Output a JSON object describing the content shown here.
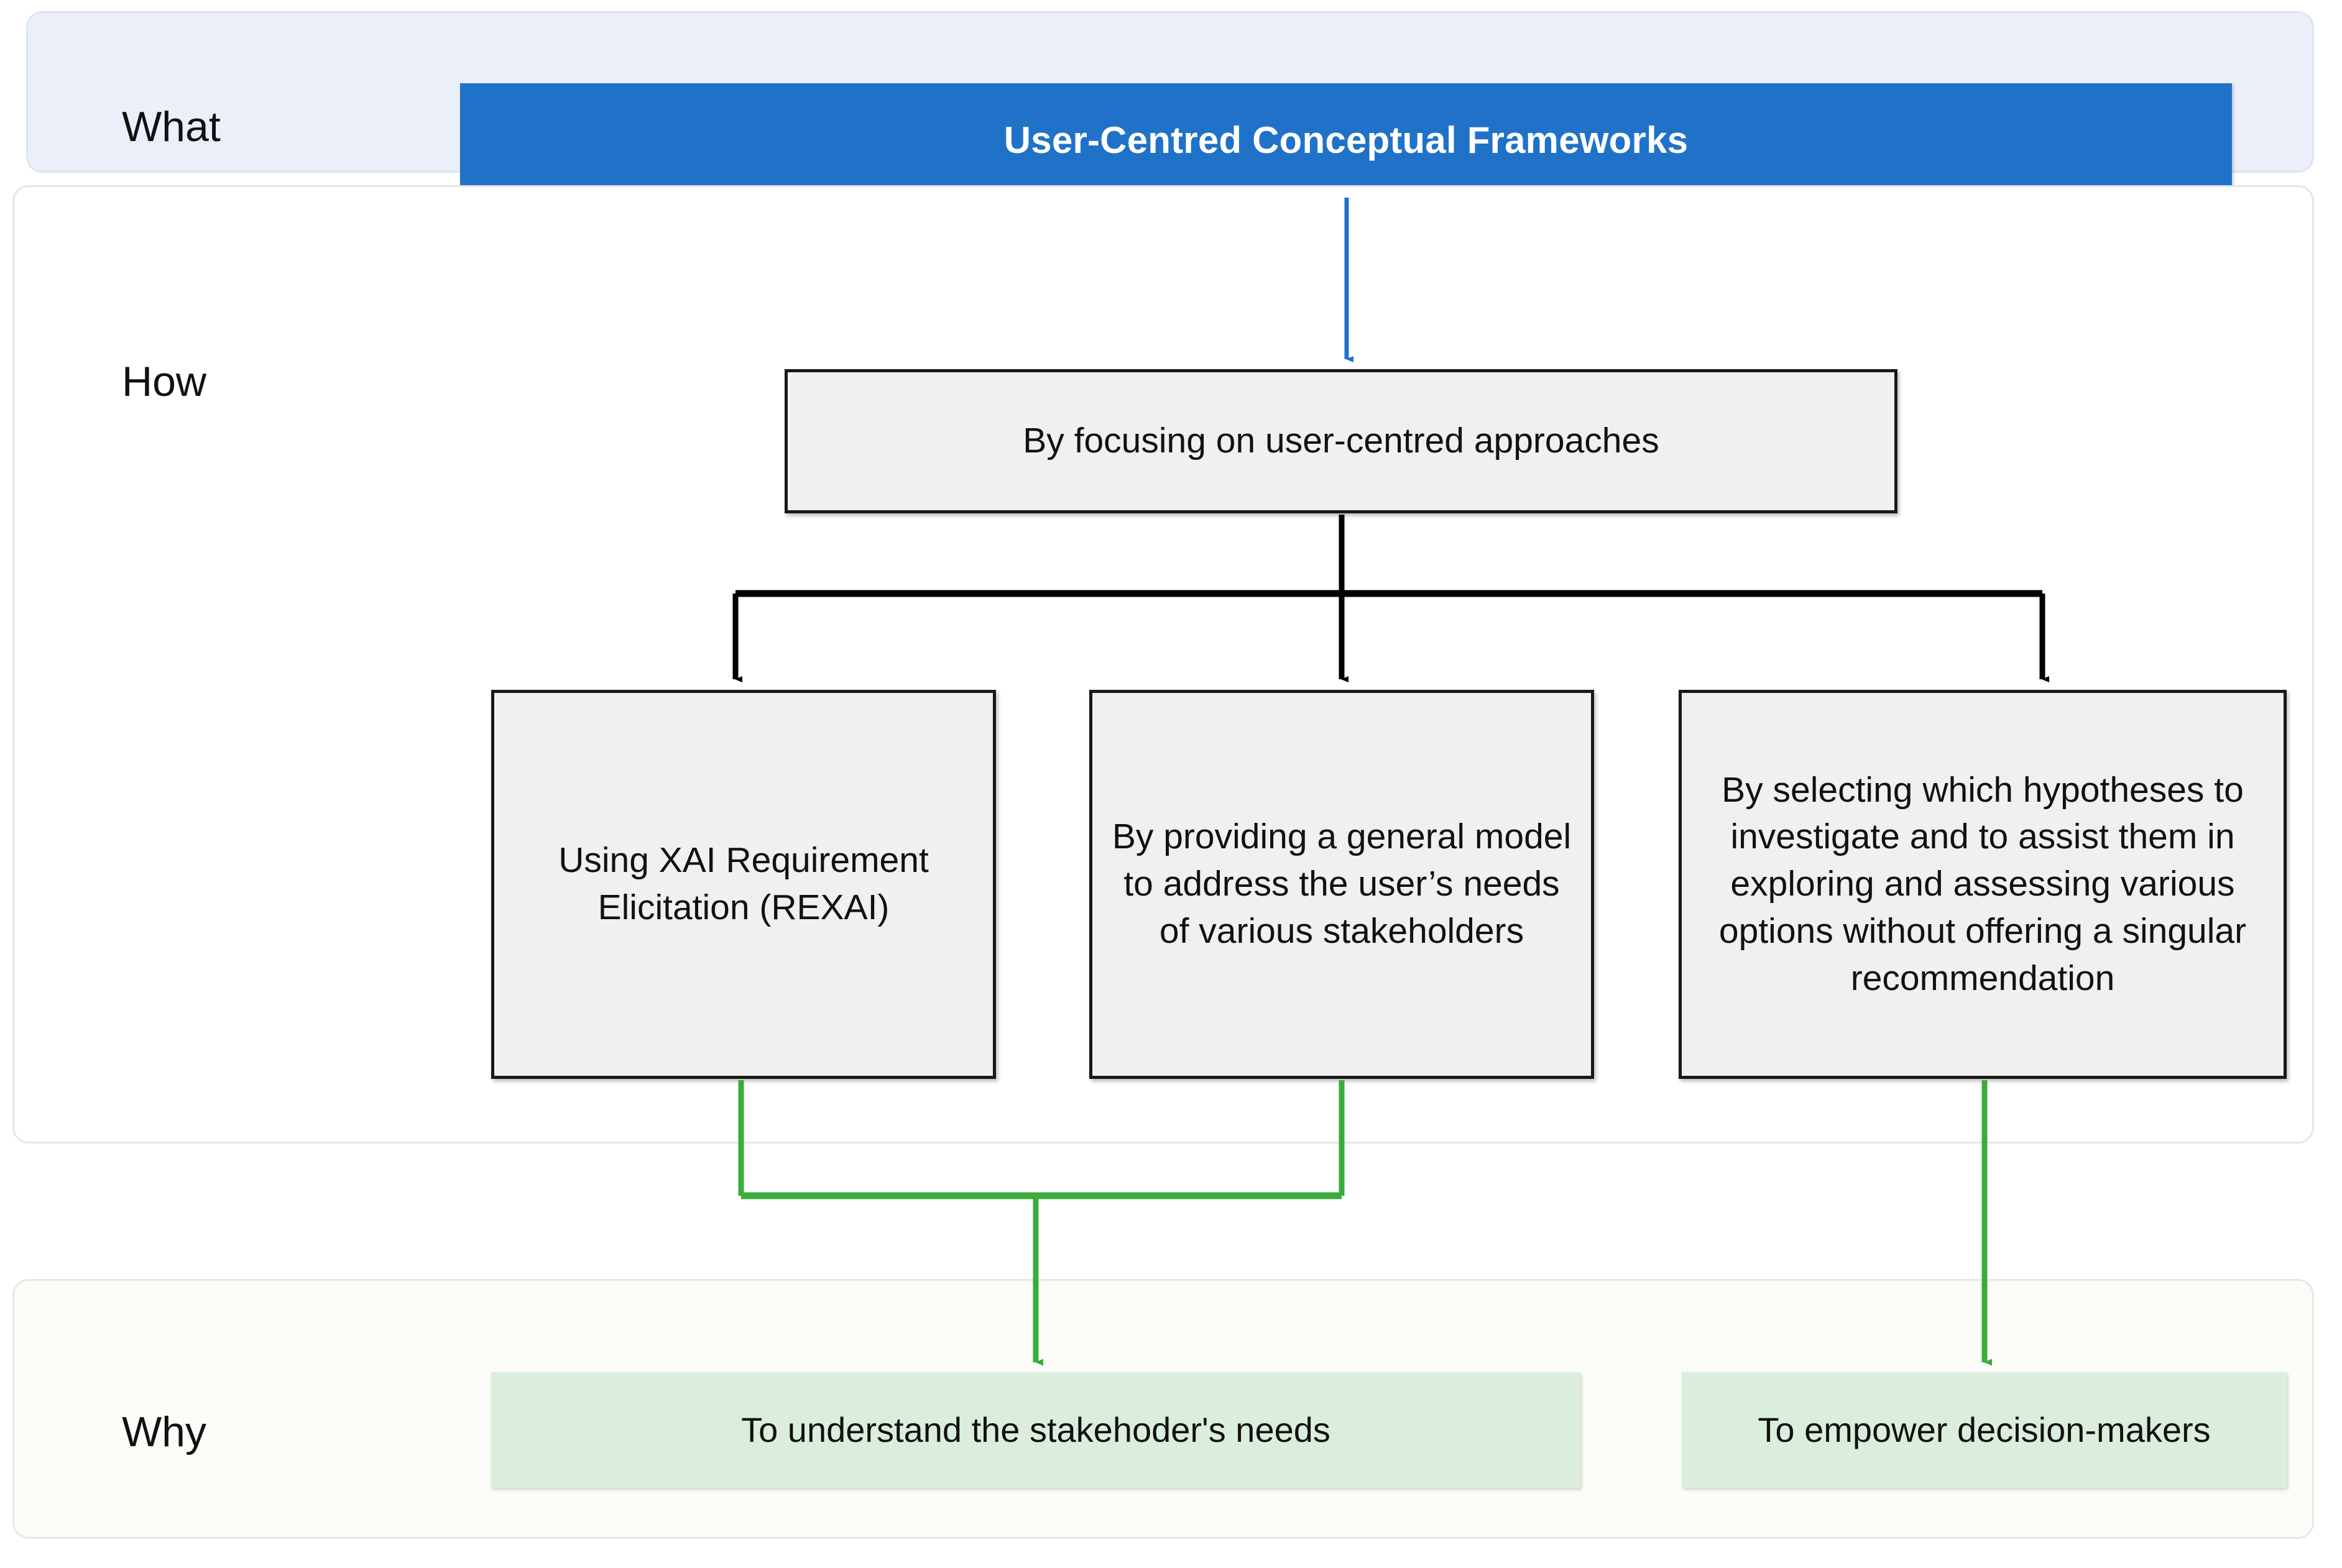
{
  "diagram": {
    "title_text": "User-Centred Conceptual Frameworks",
    "rows": {
      "what_label": "What",
      "how_label": "How",
      "why_label": "Why"
    },
    "what": {
      "banner_label": "User-Centred Conceptual Frameworks",
      "banner_color": "#1f72c8",
      "banner_text_color": "#ffffff",
      "band_background": "#eaeff9"
    },
    "how": {
      "band_background": "#ffffff",
      "top_node": {
        "label": "By focusing on user-centred approaches"
      },
      "branch_nodes": [
        {
          "label": "Using XAI Requirement Elicitation (REXAI)"
        },
        {
          "label": "By providing a general model to address the user’s needs of various stakeholders"
        },
        {
          "label": "By selecting which hypotheses to investigate and to assist them in exploring and assessing various options without offering a singular recommendation"
        }
      ],
      "node_fill": "#f0f0f0",
      "node_border": "#181818"
    },
    "why": {
      "band_background": "#fbfbf8",
      "outcomes": [
        {
          "label": "To understand the stakehoder's needs"
        },
        {
          "label": "To empower decision-makers"
        }
      ],
      "node_fill": "#dbeedb"
    },
    "connectors": {
      "what_to_how_color": "#1f72c8",
      "how_branch_color": "#000000",
      "how_to_why_color": "#3bac3b"
    }
  }
}
